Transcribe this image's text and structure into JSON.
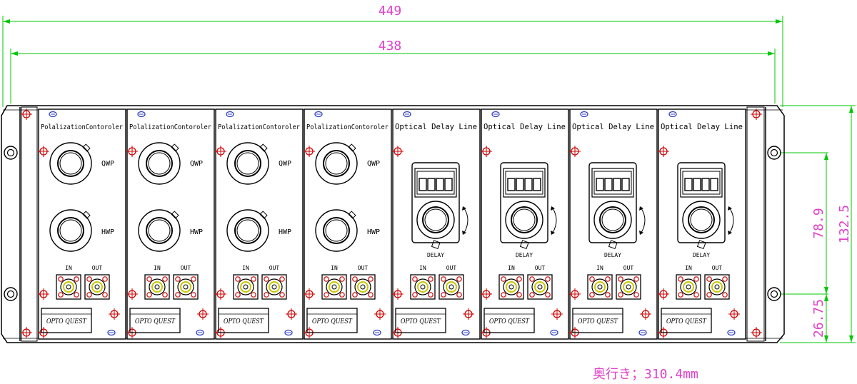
{
  "drawing": {
    "dimensions": {
      "overall_width": "449",
      "panel_width": "438",
      "height_total": "132.5",
      "mount_hole_spacing": "78.9",
      "mount_hole_offset": "26.75",
      "depth_note": "奥行き；310.4mm"
    },
    "modules": [
      {
        "type": "pc",
        "title": "PolalizationContoroler",
        "qwp": "QWP",
        "hwp": "HWP",
        "in": "IN",
        "out": "OUT",
        "brand": "OPTO QUEST"
      },
      {
        "type": "pc",
        "title": "PolalizationContoroler",
        "qwp": "QWP",
        "hwp": "HWP",
        "in": "IN",
        "out": "OUT",
        "brand": "OPTO QUEST"
      },
      {
        "type": "pc",
        "title": "PolalizationContoroler",
        "qwp": "QWP",
        "hwp": "HWP",
        "in": "IN",
        "out": "OUT",
        "brand": "OPTO QUEST"
      },
      {
        "type": "pc",
        "title": "PolalizationContoroler",
        "qwp": "QWP",
        "hwp": "HWP",
        "in": "IN",
        "out": "OUT",
        "brand": "OPTO QUEST"
      },
      {
        "type": "odl",
        "title": "Optical Delay Line",
        "delay": "DELAY",
        "in": "IN",
        "out": "OUT",
        "brand": "OPTO QUEST"
      },
      {
        "type": "odl",
        "title": "Optical Delay Line",
        "delay": "DELAY",
        "in": "IN",
        "out": "OUT",
        "brand": "OPTO QUEST"
      },
      {
        "type": "odl",
        "title": "Optical Delay Line",
        "delay": "DELAY",
        "in": "IN",
        "out": "OUT",
        "brand": "OPTO QUEST"
      },
      {
        "type": "odl",
        "title": "Optical Delay Line",
        "delay": "DELAY",
        "in": "IN",
        "out": "OUT",
        "brand": "OPTO QUEST"
      }
    ],
    "colors": {
      "dimension_text": "#e040c8",
      "dimension_line": "#00c800",
      "outline": "#000000",
      "screw": "#d00000",
      "port_ring": "#c8c800",
      "knob_screw": "#3040c0"
    }
  }
}
